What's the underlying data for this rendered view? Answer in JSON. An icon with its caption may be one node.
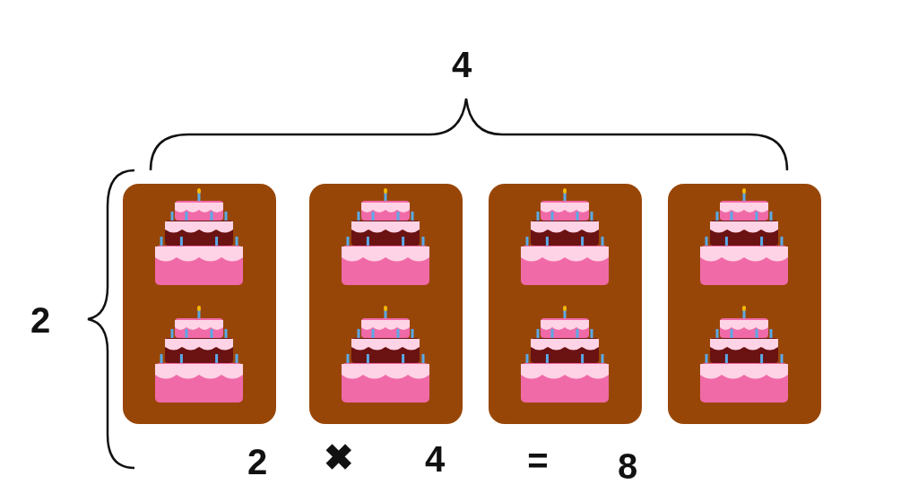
{
  "diagram": {
    "labels": [
      "4",
      "2",
      "2",
      "✖",
      "4",
      "=",
      "8"
    ]
  }
}
